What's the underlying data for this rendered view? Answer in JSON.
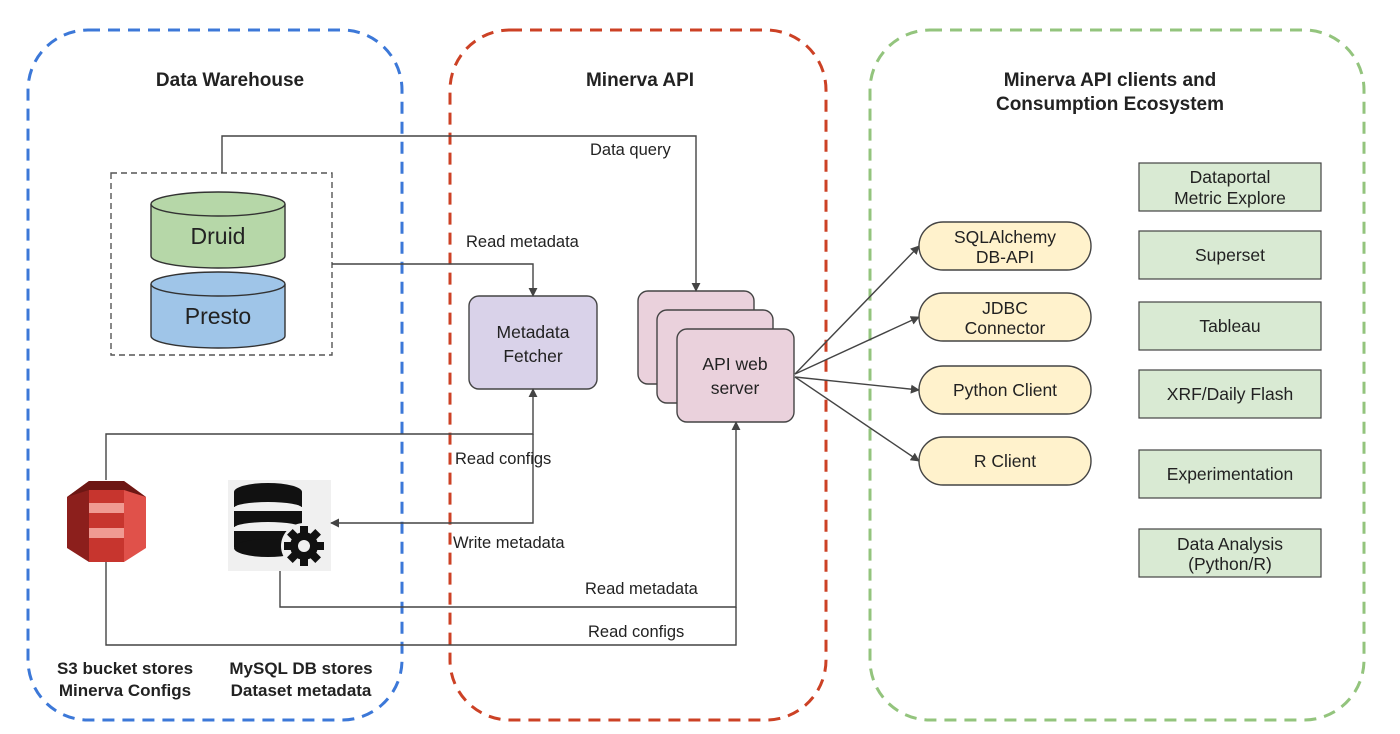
{
  "panels": {
    "warehouse": {
      "title": "Data Warehouse",
      "color": "#3c78d8"
    },
    "api": {
      "title": "Minerva API",
      "color": "#cc4125"
    },
    "clients": {
      "title_line1": "Minerva API clients and",
      "title_line2": "Consumption Ecosystem",
      "color": "#93c47d"
    }
  },
  "databases": {
    "druid": {
      "label": "Druid",
      "fill": "#b6d7a8"
    },
    "presto": {
      "label": "Presto",
      "fill": "#9fc5e8"
    }
  },
  "storage": {
    "s3_caption_line1": "S3 bucket stores",
    "s3_caption_line2": "Minerva Configs",
    "s3_icon": "s3-bucket-icon",
    "mysql_caption_line1": "MySQL DB stores",
    "mysql_caption_line2": "Dataset metadata",
    "mysql_icon": "database-gear-icon"
  },
  "api_nodes": {
    "metadata_fetcher_line1": "Metadata",
    "metadata_fetcher_line2": "Fetcher",
    "web_server_line1": "API web",
    "web_server_line2": "server"
  },
  "flows": {
    "data_query": "Data query",
    "read_metadata_top": "Read metadata",
    "read_configs_mid": "Read configs",
    "write_metadata": "Write metadata",
    "read_metadata_bottom": "Read metadata",
    "read_configs_bottom": "Read configs"
  },
  "api_clients": [
    {
      "line1": "SQLAlchemy",
      "line2": "DB-API"
    },
    {
      "line1": "JDBC",
      "line2": "Connector"
    },
    {
      "line1": "Python Client",
      "line2": ""
    },
    {
      "line1": "R Client",
      "line2": ""
    }
  ],
  "consumers": [
    {
      "line1": "Dataportal",
      "line2": "Metric Explore"
    },
    {
      "line1": "Superset",
      "line2": ""
    },
    {
      "line1": "Tableau",
      "line2": ""
    },
    {
      "line1": "XRF/Daily Flash",
      "line2": ""
    },
    {
      "line1": "Experimentation",
      "line2": ""
    },
    {
      "line1": "Data Analysis",
      "line2": "(Python/R)"
    }
  ]
}
